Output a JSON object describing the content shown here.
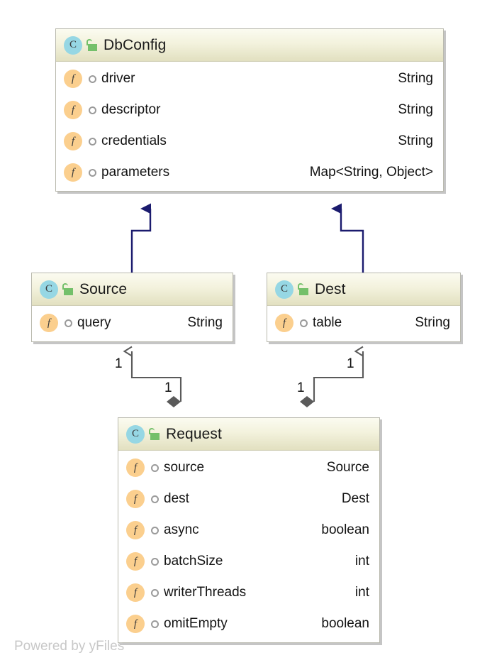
{
  "diagram": {
    "type": "uml-class-diagram",
    "watermark": "Powered by yFiles",
    "colors": {
      "class_badge": "#96d7e4",
      "field_badge": "#fbcf8e",
      "lock_green": "#74c06a",
      "header_gradient_top": "#fbfbf0",
      "header_gradient_bottom": "#e2e0c0",
      "node_border": "#b9b9ae",
      "inheritance_edge": "#1b1b6e",
      "composition_edge": "#5a5a5a",
      "composition_diamond": "#5a5a5a",
      "watermark": "#c8c8c8"
    },
    "icons": {
      "class_badge_letter": "C",
      "field_badge_letter": "f",
      "lock": "unlocked-padlock-icon",
      "visibility": "package-visibility-dot-icon"
    }
  },
  "classes": [
    {
      "id": "dbconfig",
      "name": "DbConfig",
      "attributes": [
        {
          "name": "driver",
          "type": "String"
        },
        {
          "name": "descriptor",
          "type": "String"
        },
        {
          "name": "credentials",
          "type": "String"
        },
        {
          "name": "parameters",
          "type": "Map<String, Object>"
        }
      ]
    },
    {
      "id": "source",
      "name": "Source",
      "attributes": [
        {
          "name": "query",
          "type": "String"
        }
      ]
    },
    {
      "id": "dest",
      "name": "Dest",
      "attributes": [
        {
          "name": "table",
          "type": "String"
        }
      ]
    },
    {
      "id": "request",
      "name": "Request",
      "attributes": [
        {
          "name": "source",
          "type": "Source"
        },
        {
          "name": "dest",
          "type": "Dest"
        },
        {
          "name": "async",
          "type": "boolean"
        },
        {
          "name": "batchSize",
          "type": "int"
        },
        {
          "name": "writerThreads",
          "type": "int"
        },
        {
          "name": "omitEmpty",
          "type": "boolean"
        }
      ]
    }
  ],
  "relationships": [
    {
      "id": "source-extends-dbconfig",
      "kind": "generalization",
      "from": "Source",
      "to": "DbConfig"
    },
    {
      "id": "dest-extends-dbconfig",
      "kind": "generalization",
      "from": "Dest",
      "to": "DbConfig"
    },
    {
      "id": "request-has-source",
      "kind": "composition",
      "from": "Request",
      "to": "Source",
      "source_multiplicity": "1",
      "target_multiplicity": "1"
    },
    {
      "id": "request-has-dest",
      "kind": "composition",
      "from": "Request",
      "to": "Dest",
      "source_multiplicity": "1",
      "target_multiplicity": "1"
    }
  ],
  "multiplicity_labels": [
    {
      "id": "src-target-mult",
      "text": "1"
    },
    {
      "id": "src-source-mult",
      "text": "1"
    },
    {
      "id": "dest-target-mult",
      "text": "1"
    },
    {
      "id": "dest-source-mult",
      "text": "1"
    }
  ]
}
